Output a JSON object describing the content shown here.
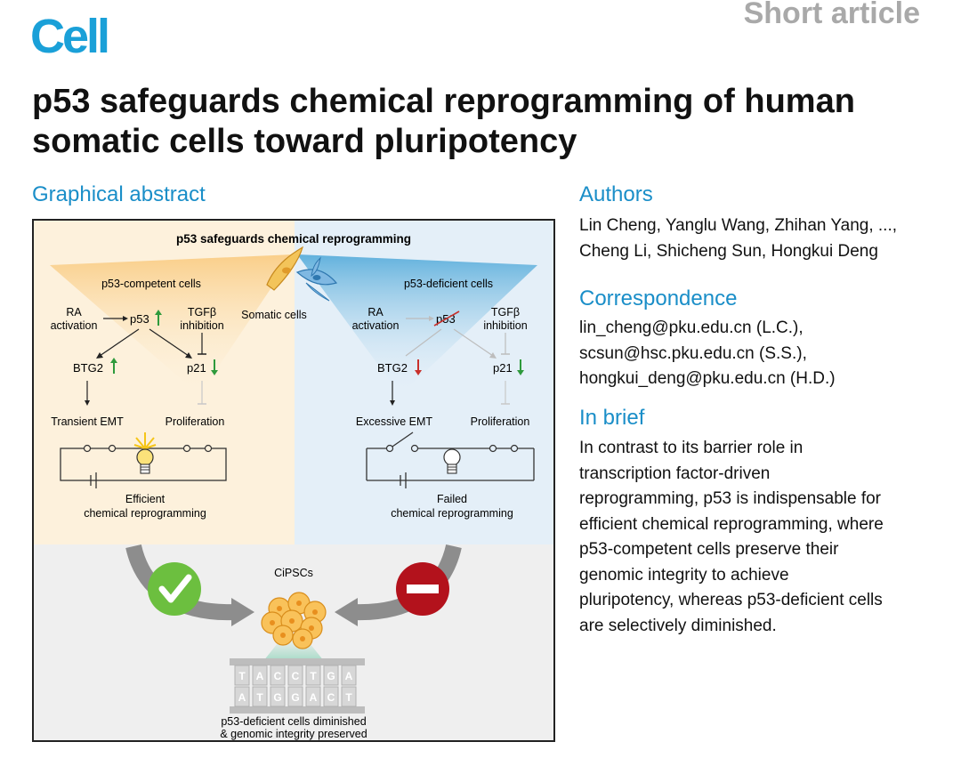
{
  "header": {
    "journal": "Cell",
    "article_type": "Short article",
    "title": "p53 safeguards chemical reprogramming of human somatic cells toward pluripotency"
  },
  "graphical_abstract": {
    "heading": "Graphical abstract",
    "figure_title": "p53 safeguards chemical reprogramming",
    "left": {
      "label": "p53-competent cells",
      "ra_line1": "RA",
      "ra_line2": "activation",
      "p53": "p53",
      "tgf_line1": "TGFβ",
      "tgf_line2": "inhibition",
      "btg2": "BTG2",
      "p21": "p21",
      "emt": "Transient EMT",
      "prolif": "Proliferation",
      "outcome_line1": "Efficient",
      "outcome_line2": "chemical reprogramming"
    },
    "center": {
      "somatic": "Somatic cells",
      "cipscs": "CiPSCs",
      "bottom_line1": "p53-deficient cells diminished",
      "bottom_line2": "& genomic integrity preserved",
      "dna_top": [
        "T",
        "A",
        "C",
        "C",
        "T",
        "G",
        "A"
      ],
      "dna_bottom": [
        "A",
        "T",
        "G",
        "G",
        "A",
        "C",
        "T"
      ]
    },
    "right": {
      "label": "p53-deficient cells",
      "ra_line1": "RA",
      "ra_line2": "activation",
      "p53": "p53",
      "tgf_line1": "TGFβ",
      "tgf_line2": "inhibition",
      "btg2": "BTG2",
      "p21": "p21",
      "emt": "Excessive EMT",
      "prolif": "Proliferation",
      "outcome_line1": "Failed",
      "outcome_line2": "chemical reprogramming"
    },
    "colors": {
      "left_bg": "#fdf1dc",
      "right_bg": "#e4eff8",
      "check_green": "#6cbf3f",
      "stop_red": "#b3121c",
      "arrow_gray": "#8d8d8d",
      "up_green": "#2e9a3c",
      "down_red": "#c8302b"
    }
  },
  "authors": {
    "heading": "Authors",
    "line1": "Lin Cheng, Yanglu Wang, Zhihan Yang, ...,",
    "line2": "Cheng Li, Shicheng Sun, Hongkui Deng"
  },
  "correspondence": {
    "heading": "Correspondence",
    "emails": [
      "lin_cheng@pku.edu.cn (L.C.),",
      "scsun@hsc.pku.edu.cn (S.S.),",
      "hongkui_deng@pku.edu.cn (H.D.)"
    ]
  },
  "in_brief": {
    "heading": "In brief",
    "lines": [
      "In contrast to its barrier role in",
      "transcription factor-driven",
      "reprogramming, p53 is indispensable for",
      "efficient chemical reprogramming, where",
      "p53-competent cells preserve their",
      "genomic integrity to achieve",
      "pluripotency, whereas p53-deficient cells",
      "are selectively diminished."
    ]
  }
}
